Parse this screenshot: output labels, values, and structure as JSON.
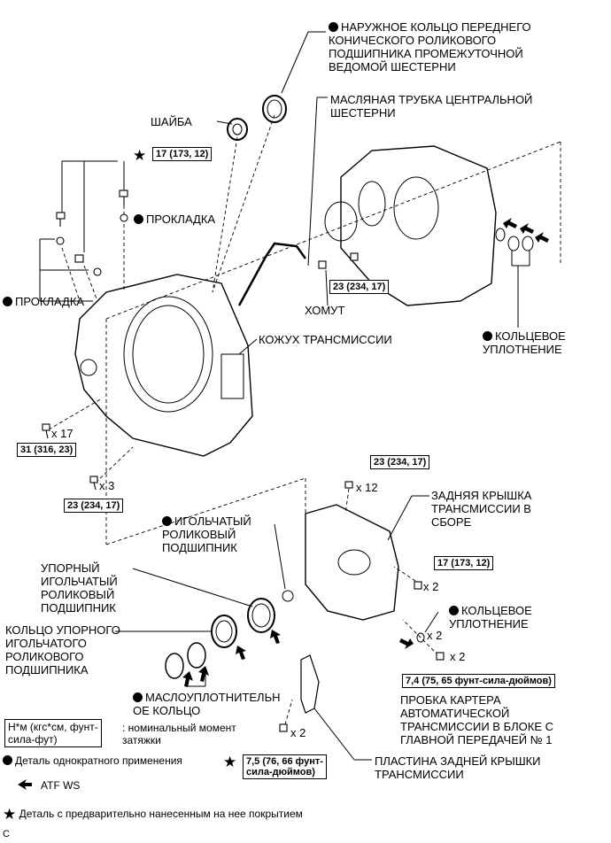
{
  "labels": {
    "outer_race": "НАРУЖНОЕ КОЛЬЦО ПЕРЕДНЕГО\nКОНИЧЕСКОГО РОЛИКОВОГО\nПОДШИПНИКА ПРОМЕЖУТОЧНОЙ\nВЕДОМОЙ ШЕСТЕРНИ",
    "washer": "ШАЙБА",
    "oil_pipe": "МАСЛЯНАЯ ТРУБКА ЦЕНТРАЛЬНОЙ\nШЕСТЕРНИ",
    "gasket_right": "ПРОКЛАДКА",
    "gasket_left": "ПРОКЛАДКА",
    "clamp": "ХОМУТ",
    "o_ring_top": "КОЛЬЦЕВОЕ\nУПЛОТНЕНИЕ",
    "case": "КОЖУХ ТРАНСМИССИИ",
    "rear_cover": "ЗАДНЯЯ КРЫШКА\nТРАНСМИССИИ В\nСБОРЕ",
    "needle_bearing": "ИГОЛЬЧАТЫЙ\nРОЛИКОВЫЙ\nПОДШИПНИК",
    "thrust_bearing": "УПОРНЫЙ\nИГОЛЬЧАТЫЙ\nРОЛИКОВЫЙ\nПОДШИПНИК",
    "thrust_race": "КОЛЬЦО УПОРНОГО\nИГОЛЬЧАТОГО\nРОЛИКОВОГО\nПОДШИПНИКА",
    "oil_seal": "МАСЛОУПЛОТНИТЕЛЬН\nОЕ КОЛЬЦО",
    "o_ring_bottom": "КОЛЬЦЕВОЕ\nУПЛОТНЕНИЕ",
    "plug": "ПРОБКА КАРТЕРА\nАВТОМАТИЧЕСКОЙ\nТРАНСМИССИИ В БЛОКЕ С\nГЛАВНОЙ ПЕРЕДАЧЕЙ № 1",
    "plate": "ПЛАСТИНА ЗАДНЕЙ КРЫШКИ\nТРАНСМИССИИ"
  },
  "torques": {
    "t_top": "17 (173, 12)",
    "t_clamp": "23 (234, 17)",
    "t_31": "31 (316, 23)",
    "t_23_left": "23 (234, 17)",
    "t_23_rear": "23 (234, 17)",
    "t_17_rear": "17 (173, 12)",
    "t_plug": "7,4 (75, 65 фунт-сила-дюймов)",
    "t_75": "7,5 (76, 66 фунт-\nсила-дюймов)"
  },
  "quantities": {
    "q17": "x 17",
    "q3": "x 3",
    "q12": "x 12",
    "q2a": "x 2",
    "q2b": "x 2",
    "q2c": "x 2",
    "q2d": "x 2"
  },
  "legend": {
    "unit_box": "Н*м (кгс*см, фунт-\nсила-фут)",
    "unit_desc": ": номинальный момент\nзатяжки",
    "single_use": "Деталь однократного применения",
    "atf": "ATF WS",
    "precoated": "Деталь с предварительно нанесенным на нее покрытием"
  },
  "corner_mark": "C"
}
